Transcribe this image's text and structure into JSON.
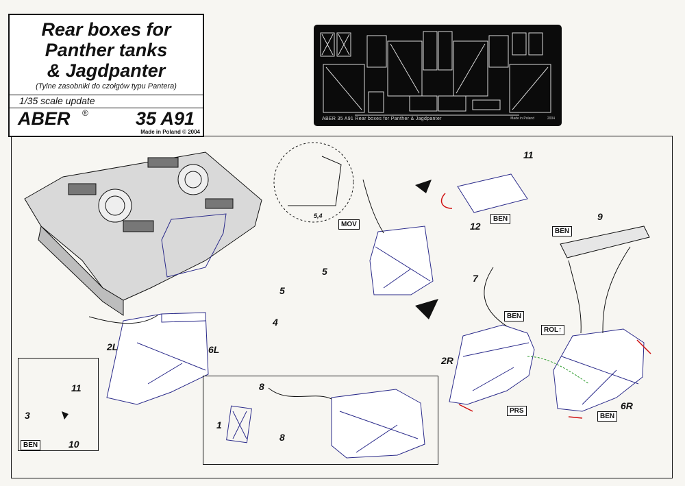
{
  "header": {
    "title_lines": [
      "Rear boxes for",
      "Panther tanks",
      "& Jagdpanter"
    ],
    "subtitle": "(Tylne zasobniki do czołgów typu Pantera)",
    "scale": "1/35 scale update",
    "brand": "ABER",
    "registered": "®",
    "code": "35 A91",
    "made": "Made in Poland © 2004"
  },
  "fret": {
    "label": "ABER    35 A91    Rear boxes for Panther & Jagdpanter",
    "made": "Made in Poland",
    "year": "2004"
  },
  "tags": {
    "mov": "MOV",
    "ben_12": "BEN",
    "ben_9": "BEN",
    "ben_7": "BEN",
    "rol": "ROL↑",
    "prs": "PRS",
    "ben_6r": "BEN",
    "ben_inset": "BEN"
  },
  "part_numbers": {
    "p11_top": "11",
    "p12": "12",
    "p9": "9",
    "p7": "7",
    "p5a": "5",
    "p5b": "5",
    "p4": "4",
    "p54": "5,4",
    "p2l": "2L",
    "p6l": "6L",
    "p2r": "2R",
    "p6r": "6R",
    "p11_inset": "11",
    "p3": "3",
    "p10": "10",
    "p8a": "8",
    "p8b": "8",
    "p1": "1"
  },
  "colors": {
    "outline": "#111111",
    "parts": "#2a2a8a",
    "arrow_red": "#d01010",
    "arrow_green": "#2a9a2a",
    "fret_bg": "#0b0b0b",
    "paper": "#f7f6f2"
  }
}
